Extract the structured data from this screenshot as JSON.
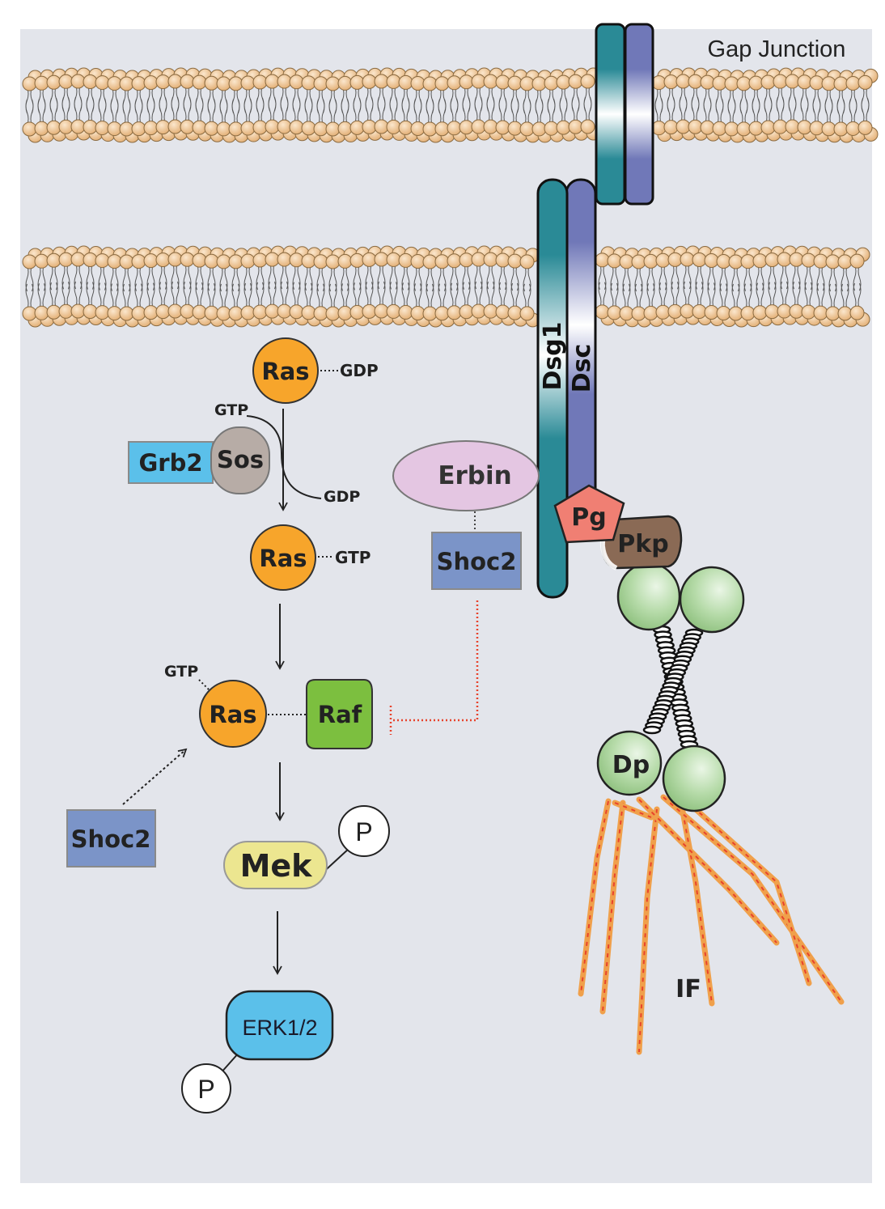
{
  "title": "Gap Junction",
  "labels": {
    "ras_top": "Ras",
    "gdp_top": "GDP",
    "gtp_in": "GTP",
    "gdp_out": "GDP",
    "grb2": "Grb2",
    "sos": "Sos",
    "ras_mid": "Ras",
    "gtp_mid": "GTP",
    "gtp_low": "GTP",
    "ras_low": "Ras",
    "raf": "Raf",
    "shoc2_left": "Shoc2",
    "mek": "Mek",
    "p_mek": "P",
    "erk": "ERK1/2",
    "p_erk": "P",
    "erbin": "Erbin",
    "shoc2_right": "Shoc2",
    "dsg1": "Dsg1",
    "dsc": "Dsc",
    "pg": "Pg",
    "pkp": "Pkp",
    "dp": "Dp",
    "if": "IF"
  },
  "colors": {
    "background": "#e3e5eb",
    "ras": "#f7a52b",
    "raf": "#7cbf3f",
    "grb2": "#5bc0ea",
    "sos": "#b7aca6",
    "shoc2": "#7b94c8",
    "mek": "#ece690",
    "erk": "#5bc0ea",
    "erbin": "#e4c6e2",
    "dsg1": "#2a8a96",
    "dsc": "#7078b8",
    "pg": "#f07f73",
    "pkp": "#8a6a55",
    "dp": "#a6d39a",
    "filament": "#f0a04b",
    "inhibition": "#e8432c",
    "lipid_head": "#f1c896"
  }
}
